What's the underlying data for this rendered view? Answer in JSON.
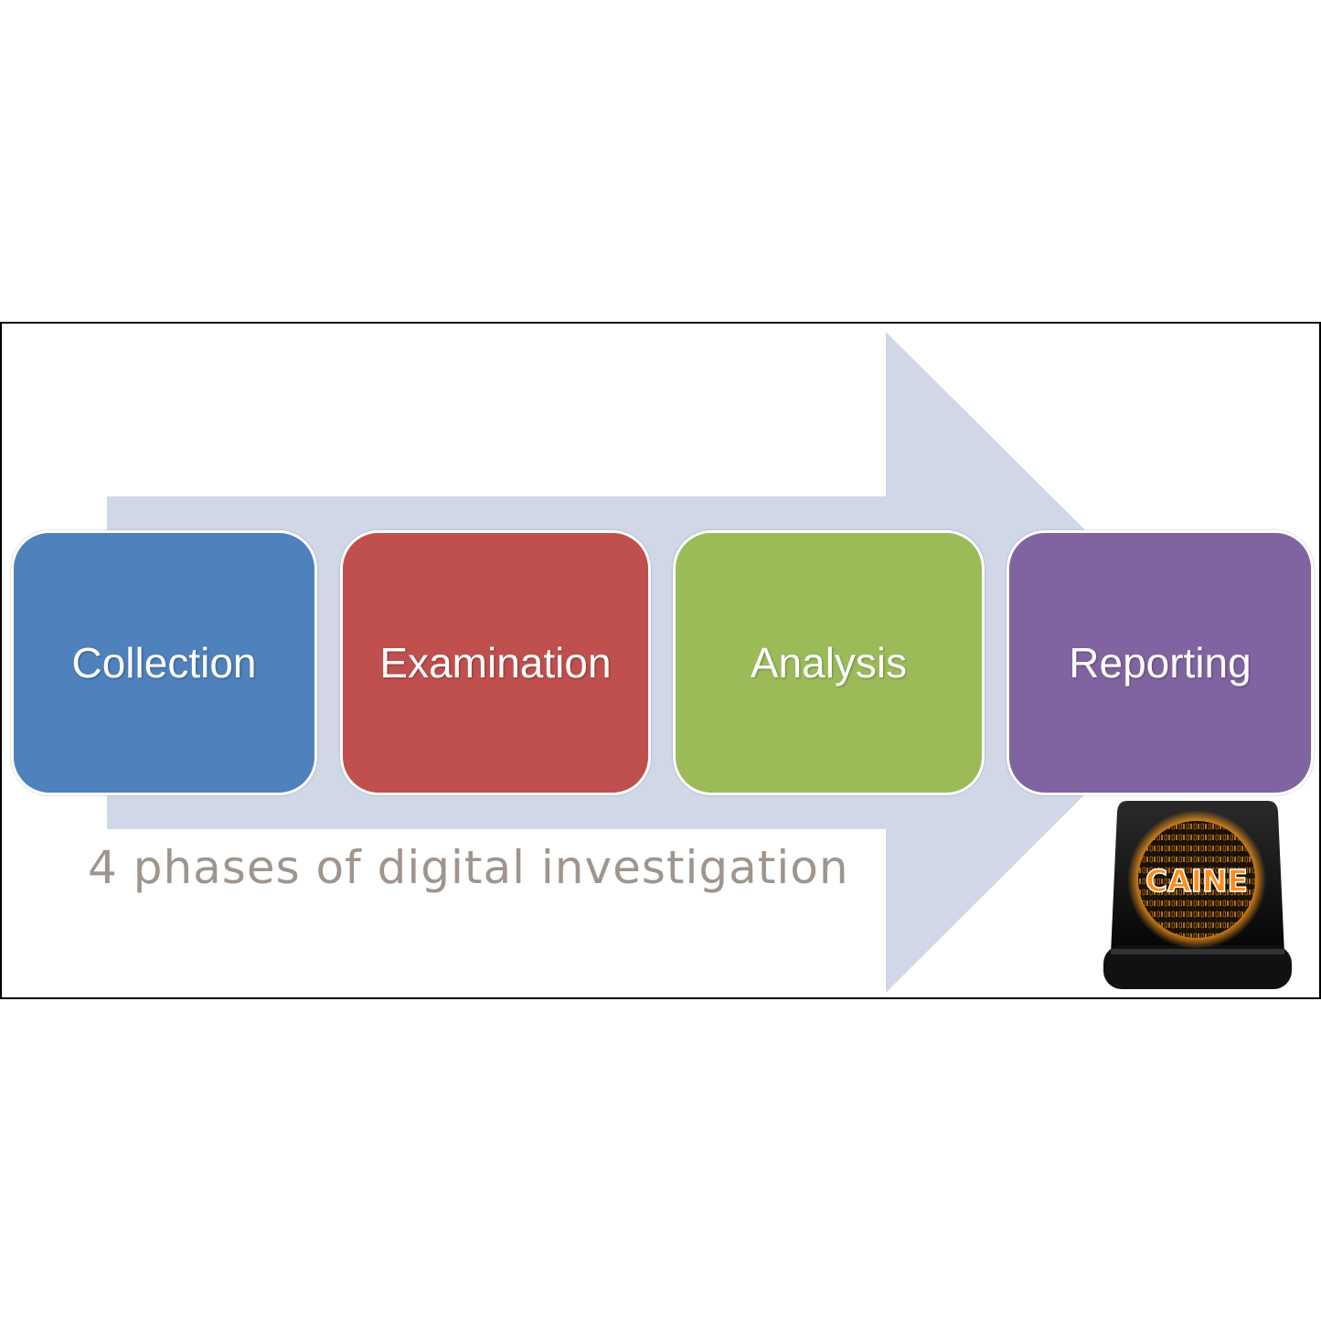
{
  "phases": [
    {
      "label": "Collection",
      "color": "#4f81bd"
    },
    {
      "label": "Examination",
      "color": "#c0504d"
    },
    {
      "label": "Analysis",
      "color": "#9bbb59"
    },
    {
      "label": "Reporting",
      "color": "#8064a2"
    }
  ],
  "caption": "4 phases of digital investigation",
  "arrow_color": "#d0d8e8",
  "logo": {
    "text": "CAINE"
  }
}
